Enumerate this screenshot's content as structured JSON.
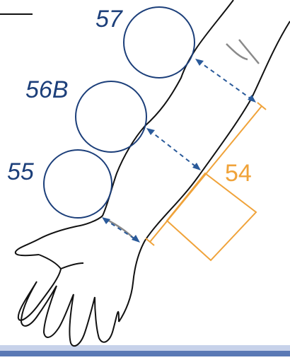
{
  "colors": {
    "primary_blue": "#1c3f7a",
    "arrow_blue": "#2a5a9a",
    "orange": "#f0a33a",
    "gray": "#8a8a8a",
    "black": "#111111",
    "bottom_bar": "#5a79b5"
  },
  "labels": {
    "site_57": "57",
    "site_56b": "56B",
    "site_55": "55",
    "site_54": "54"
  },
  "icons": {
    "elbow_crease": "crease-lines-icon",
    "wrist_crease": "crease-line-icon"
  }
}
